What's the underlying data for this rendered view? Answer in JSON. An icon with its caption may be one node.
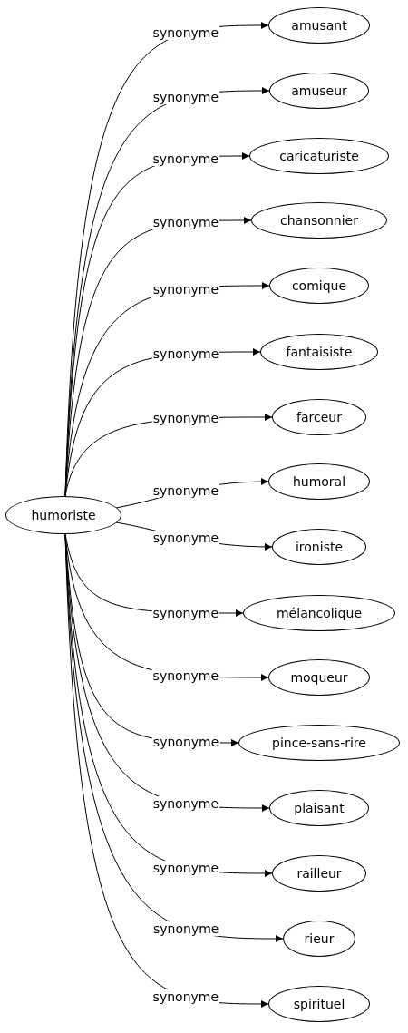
{
  "diagram": {
    "nodes": [
      {
        "text": [
          "humoriste"
        ]
      },
      {
        "text": [
          "amusant"
        ]
      },
      {
        "text": [
          "amuseur"
        ]
      },
      {
        "text": [
          "caricaturiste"
        ]
      },
      {
        "text": [
          "chansonnier"
        ]
      },
      {
        "text": [
          "comique"
        ]
      },
      {
        "text": [
          "fantaisiste"
        ]
      },
      {
        "text": [
          "farceur"
        ]
      },
      {
        "text": [
          "humoral"
        ]
      },
      {
        "text": [
          "ironiste"
        ]
      },
      {
        "text": [
          "mélancolique"
        ]
      },
      {
        "text": [
          "moqueur"
        ]
      },
      {
        "text": [
          "pince-sans-rire"
        ]
      },
      {
        "text": [
          "plaisant"
        ]
      },
      {
        "text": [
          "railleur"
        ]
      },
      {
        "text": [
          "rieur"
        ]
      },
      {
        "text": [
          "spirituel"
        ]
      }
    ],
    "edges": [
      {
        "from": 0,
        "to": 1,
        "arrow": "to",
        "label": "synonyme"
      },
      {
        "from": 0,
        "to": 2,
        "arrow": "to",
        "label": "synonyme"
      },
      {
        "from": 0,
        "to": 3,
        "arrow": "to",
        "label": "synonyme"
      },
      {
        "from": 0,
        "to": 4,
        "arrow": "to",
        "label": "synonyme"
      },
      {
        "from": 0,
        "to": 5,
        "arrow": "to",
        "label": "synonyme"
      },
      {
        "from": 0,
        "to": 6,
        "arrow": "to",
        "label": "synonyme"
      },
      {
        "from": 0,
        "to": 7,
        "arrow": "to",
        "label": "synonyme"
      },
      {
        "from": 0,
        "to": 8,
        "arrow": "to",
        "label": "synonyme"
      },
      {
        "from": 0,
        "to": 9,
        "arrow": "to",
        "label": "synonyme"
      },
      {
        "from": 0,
        "to": 10,
        "arrow": "to",
        "label": "synonyme"
      },
      {
        "from": 0,
        "to": 11,
        "arrow": "to",
        "label": "synonyme"
      },
      {
        "from": 0,
        "to": 12,
        "arrow": "to",
        "label": "synonyme"
      },
      {
        "from": 0,
        "to": 13,
        "arrow": "to",
        "label": "synonyme"
      },
      {
        "from": 0,
        "to": 14,
        "arrow": "to",
        "label": "synonyme"
      },
      {
        "from": 0,
        "to": 15,
        "arrow": "to",
        "label": "synonyme"
      },
      {
        "from": 0,
        "to": 16,
        "arrow": "to",
        "label": "synonyme"
      }
    ]
  }
}
